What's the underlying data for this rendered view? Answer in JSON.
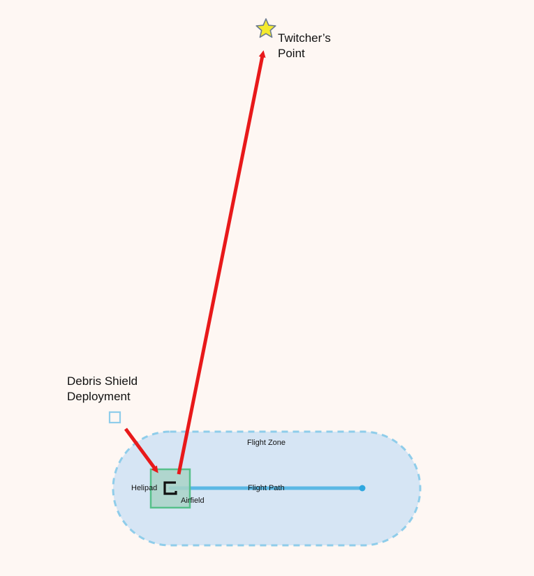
{
  "labels": {
    "destination_line1": "Twitcher’s",
    "destination_line2": "Point",
    "deployment_line1": "Debris Shield",
    "deployment_line2": "Deployment",
    "zone": "Flight Zone",
    "path": "Flight Path",
    "helipad": "Helipad",
    "airfield": "Airfield"
  },
  "colors": {
    "background": "#fef7f3",
    "zone_fill": "#d6e5f4",
    "zone_stroke": "#8fcdea",
    "flight_path": "#5bb8e4",
    "airfield_fill": "#a9d4c7",
    "airfield_stroke": "#56c08a",
    "route_arrow": "#e8191a",
    "star_fill": "#f4ea2e",
    "star_stroke": "#6c7c90",
    "helipad_icon": "#111111",
    "deployment_marker": "#8fcdea"
  },
  "icons": {
    "destination": "star-icon",
    "helipad": "helipad-icon",
    "deployment": "square-marker-icon"
  }
}
